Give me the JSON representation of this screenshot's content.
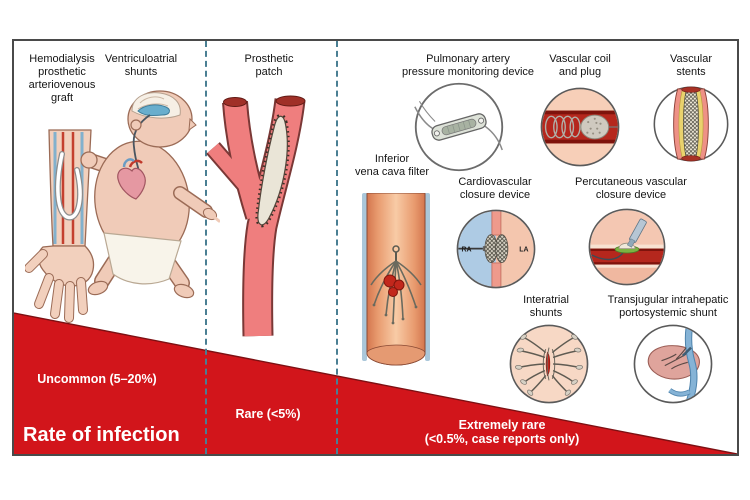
{
  "title": "Rate of infection",
  "labels": {
    "hemodialysis_graft": [
      "Hemodialysis",
      "prosthetic",
      "arteriovenous",
      "graft"
    ],
    "ventriculoatrial_shunts": [
      "Ventriculoatrial",
      "shunts"
    ],
    "prosthetic_patch": [
      "Prosthetic",
      "patch"
    ],
    "pulmonary_monitor": [
      "Pulmonary artery",
      "pressure monitoring device"
    ],
    "vascular_coil": [
      "Vascular coil",
      "and plug"
    ],
    "vascular_stents": [
      "Vascular",
      "stents"
    ],
    "ivc_filter": [
      "Inferior",
      "vena cava filter"
    ],
    "cardio_closure": [
      "Cardiovascular",
      "closure device"
    ],
    "percutaneous_closure": [
      "Percutaneous vascular",
      "closure device"
    ],
    "interatrial_shunts": [
      "Interatrial",
      "shunts"
    ],
    "tips_shunt": [
      "Transjugular intrahepatic",
      "portosystemic shunt"
    ]
  },
  "rates": {
    "uncommon": "Uncommon (5–20%)",
    "rare": "Rare (<5%)",
    "extremely_rare_line1": "Extremely rare",
    "extremely_rare_line2": "(<0.5%, case reports only)"
  },
  "anatomy": {
    "ra": "RA",
    "la": "LA"
  },
  "colors": {
    "rate_red": "#d2151b",
    "divider_blue": "#4a7f93",
    "border_gray": "#4a4a4a",
    "vessel_salmon": "#ef7e7e",
    "skin": "#f0cbb8"
  }
}
